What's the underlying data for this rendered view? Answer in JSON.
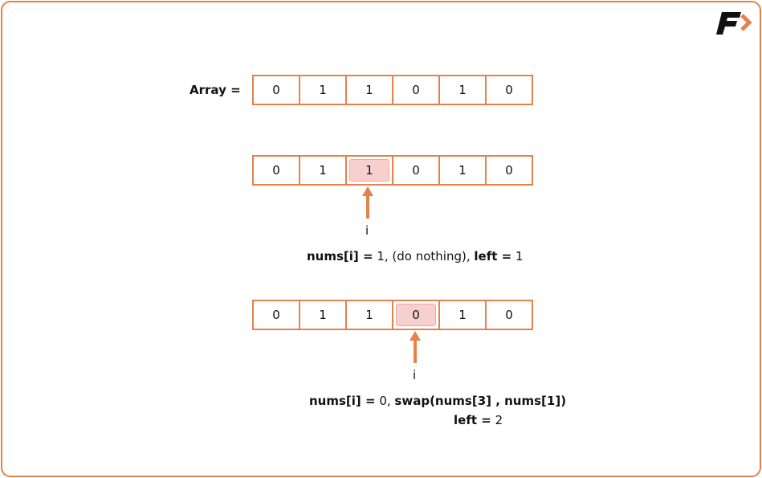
{
  "array_label": "Array =",
  "rows": [
    {
      "values": [
        "0",
        "1",
        "1",
        "0",
        "1",
        "0"
      ]
    },
    {
      "values": [
        "0",
        "1",
        "1",
        "0",
        "1",
        "0"
      ],
      "pointer_label": "i"
    },
    {
      "values": [
        "0",
        "1",
        "1",
        "0",
        "1",
        "0"
      ],
      "pointer_label": "i"
    }
  ],
  "step1": {
    "bold1": "nums[i] =",
    "text1": " 1, (do nothing), ",
    "bold2": "left =",
    "text2": " 1"
  },
  "step2": {
    "bold1": "nums[i] =",
    "text1": " 0,  ",
    "bold2": "swap(nums[3] , nums[1])",
    "bold3": "left =",
    "text3": " 2"
  },
  "colors": {
    "accent": "#e8804a",
    "highlight": "#f7d0ce",
    "logo": "#111111"
  }
}
